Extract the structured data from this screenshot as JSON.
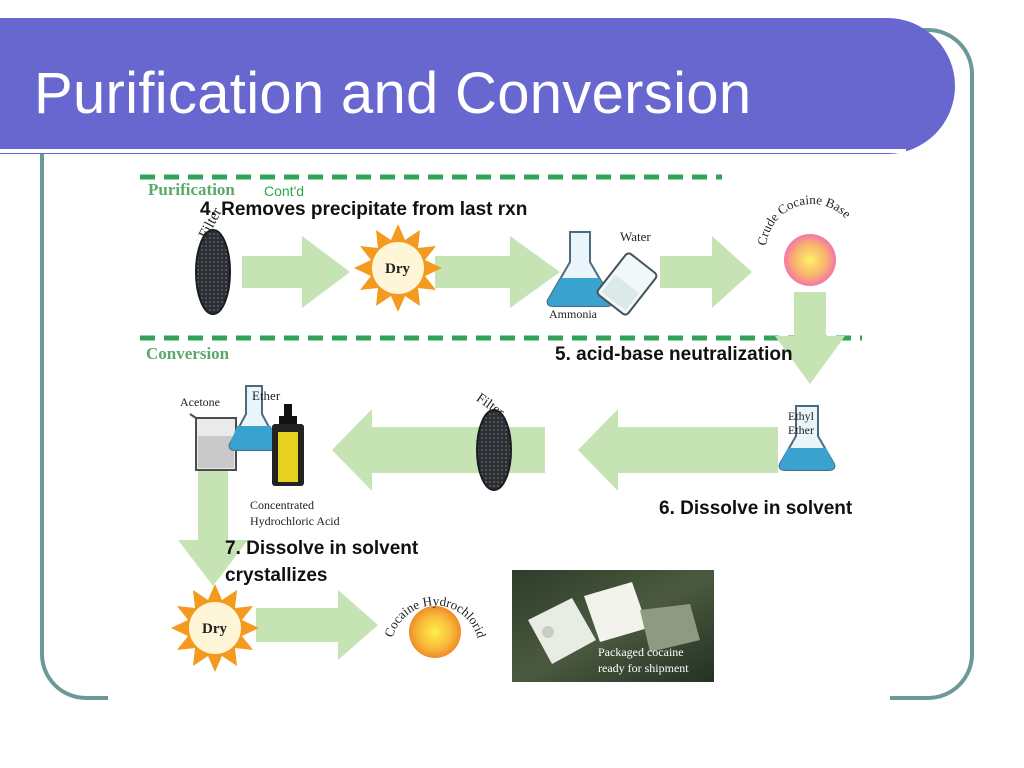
{
  "slide": {
    "title": "Purification and Conversion"
  },
  "diagram": {
    "purification_label": "Purification",
    "conversion_label": "Conversion",
    "contd": "Cont'd",
    "steps": {
      "step4": "4. Removes precipitate from last rxn",
      "step5": "5. acid-base neutralization",
      "step6": "6. Dissolve in solvent",
      "step7_line1": "7. Dissolve in solvent",
      "step7_line2": "crystallizes"
    },
    "items": {
      "filter_top": "Filter",
      "dry_top": "Dry",
      "water": "Water",
      "ammonia": "Ammonia",
      "crude_base": "Crude Cocaine Base",
      "ethyl_line1": "Ethyl",
      "ethyl_line2": "Ether",
      "filter_mid": "Filter",
      "acetone": "Acetone",
      "ether": "Ether",
      "hcl_line1": "Concentrated",
      "hcl_line2": "Hydrochloric Acid",
      "dry_bottom": "Dry",
      "cocaine_hcl": "Cocaine Hydrochloride",
      "photo_line1": "Packaged cocaine",
      "photo_line2": "ready for shipment"
    },
    "colors": {
      "arrow": "#c6e3b3",
      "dash": "#2fa357",
      "flask_liquid": "#3aa2cf",
      "starburst": "#f49a1e",
      "title_bar": "#6767cf",
      "frame": "#6b9997"
    }
  }
}
